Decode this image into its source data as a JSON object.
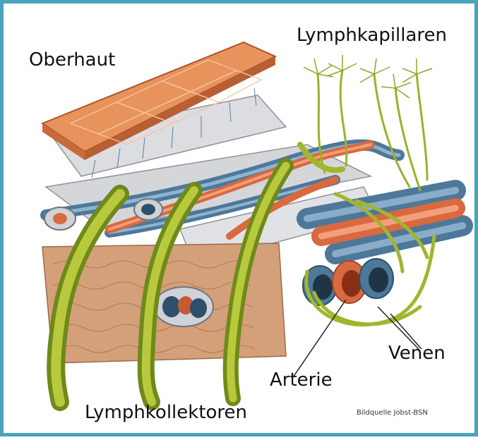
{
  "labels": {
    "oberhaut": "Oberhaut",
    "lymphkapillaren": "Lymphkapillaren",
    "lymphkollektoren": "Lymphkollektoren",
    "arterie": "Arterie",
    "venen": "Venen",
    "credit": "Bildquelle Jobst-BSN"
  },
  "colors": {
    "frame": "#4aa3bc",
    "skin": "#e8925c",
    "lymph": "#a3b52e",
    "vein": "#4d7899",
    "artery": "#d9693f",
    "tissue": "#d3a07a"
  }
}
